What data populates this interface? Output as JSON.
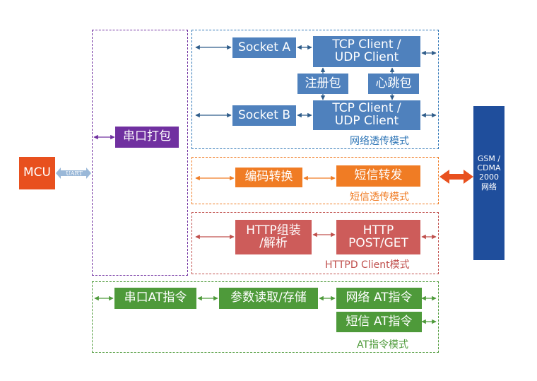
{
  "mcu": "MCU",
  "uart": "UART",
  "serial_pack": "串口打包",
  "network": {
    "socket_a": "Socket A",
    "socket_b": "Socket B",
    "client_line1": "TCP Client /",
    "client_line2": "UDP Client",
    "register_pkg": "注册包",
    "heartbeat_pkg": "心跳包",
    "caption": "网络透传模式"
  },
  "sms": {
    "encode": "编码转换",
    "forward": "短信转发",
    "caption": "短信透传模式"
  },
  "http": {
    "assemble_line1": "HTTP组装",
    "assemble_line2": "/解析",
    "post_line1": "HTTP",
    "post_line2": "POST/GET",
    "caption": "HTTPD Client模式"
  },
  "at": {
    "serial_cmd": "串口AT指令",
    "param_rw": "参数读取/存储",
    "net_cmd": "网络 AT指令",
    "sms_cmd": "短信 AT指令",
    "caption": "AT指令模式"
  },
  "gsm": {
    "line1": "GSM /",
    "line2": "CDMA",
    "line3": "2000",
    "line4": "网络"
  },
  "colors": {
    "blue": "#4f81bd",
    "orange": "#f07c24",
    "red": "#c0504d",
    "green": "#4e9a3a",
    "purple": "#7030a0",
    "mcu": "#e8501e",
    "gsm": "#1f4e9c"
  }
}
